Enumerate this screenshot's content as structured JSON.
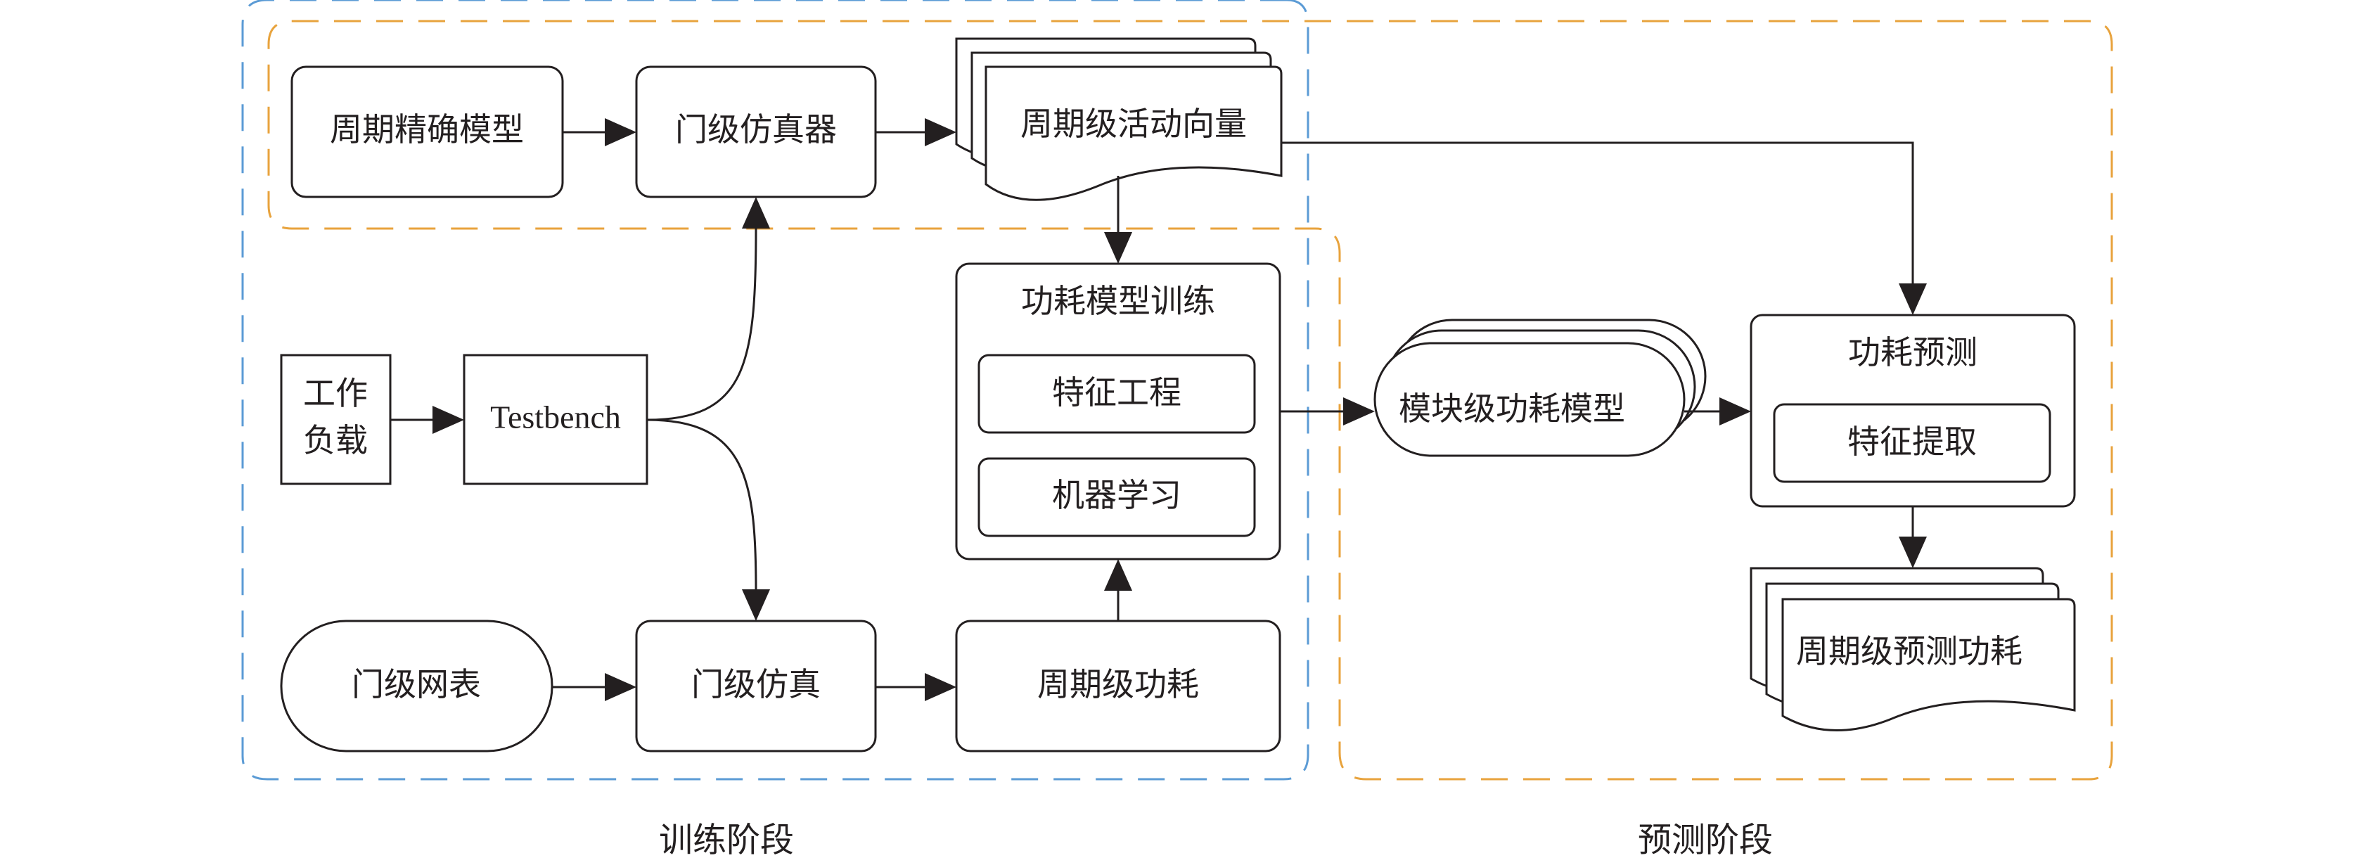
{
  "nodes": {
    "cycle_accurate_model": "周期精确模型",
    "gate_simulator": "门级仿真器",
    "cycle_activity_vector": "周期级活动向量",
    "power_model_training": "功耗模型训练",
    "feature_engineering": "特征工程",
    "machine_learning": "机器学习",
    "workload_line1": "工作",
    "workload_line2": "负载",
    "testbench": "Testbench",
    "gate_netlist": "门级网表",
    "gate_simulation": "门级仿真",
    "cycle_power": "周期级功耗",
    "module_power_model": "模块级功耗模型",
    "power_prediction": "功耗预测",
    "feature_extraction": "特征提取",
    "cycle_predicted_power": "周期级预测功耗"
  },
  "regions": {
    "training_label": "训练阶段",
    "prediction_label": "预测阶段"
  },
  "colors": {
    "training_region": "#5b9bd5",
    "prediction_region": "#e8a33d",
    "stroke": "#231f20"
  }
}
